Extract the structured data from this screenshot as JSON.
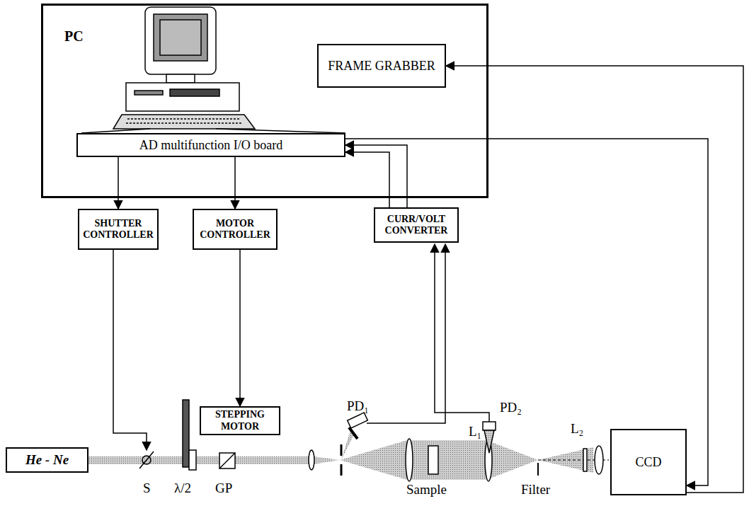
{
  "diagram": {
    "nodes": [
      {
        "text": [
          "PC"
        ]
      },
      {
        "text": [
          "FRAME GRABBER"
        ],
        "in": 0
      },
      {
        "text": [
          "AD multifunction I/O board"
        ],
        "in": 0
      },
      {
        "text": [
          "SHUTTER CONTROLLER"
        ]
      },
      {
        "text": [
          "MOTOR CONTROLLER"
        ]
      },
      {
        "text": [
          "CURR/VOLT CONVERTER"
        ]
      },
      {
        "text": [
          "He - Ne"
        ]
      },
      {
        "text": [
          "STEPPING MOTOR"
        ]
      },
      {
        "text": [
          "CCD"
        ]
      }
    ],
    "edges": [
      {
        "from": 2,
        "to": 3,
        "arrow": "to"
      },
      {
        "from": 2,
        "to": 4,
        "arrow": "to"
      },
      {
        "from": 5,
        "to": 2,
        "arrow": "to"
      },
      {
        "from": 5,
        "to": 2,
        "arrow": "to"
      },
      {
        "from": 2,
        "to": 8,
        "arrow": "to"
      },
      {
        "from": 8,
        "to": 1,
        "arrow": "to"
      },
      {
        "from": 4,
        "to": 7,
        "arrow": "to"
      }
    ],
    "labels": [
      "PD₁",
      "PD₂",
      "L₁",
      "L₂",
      "S",
      "λ/2",
      "GP",
      "Sample",
      "Filter"
    ]
  }
}
